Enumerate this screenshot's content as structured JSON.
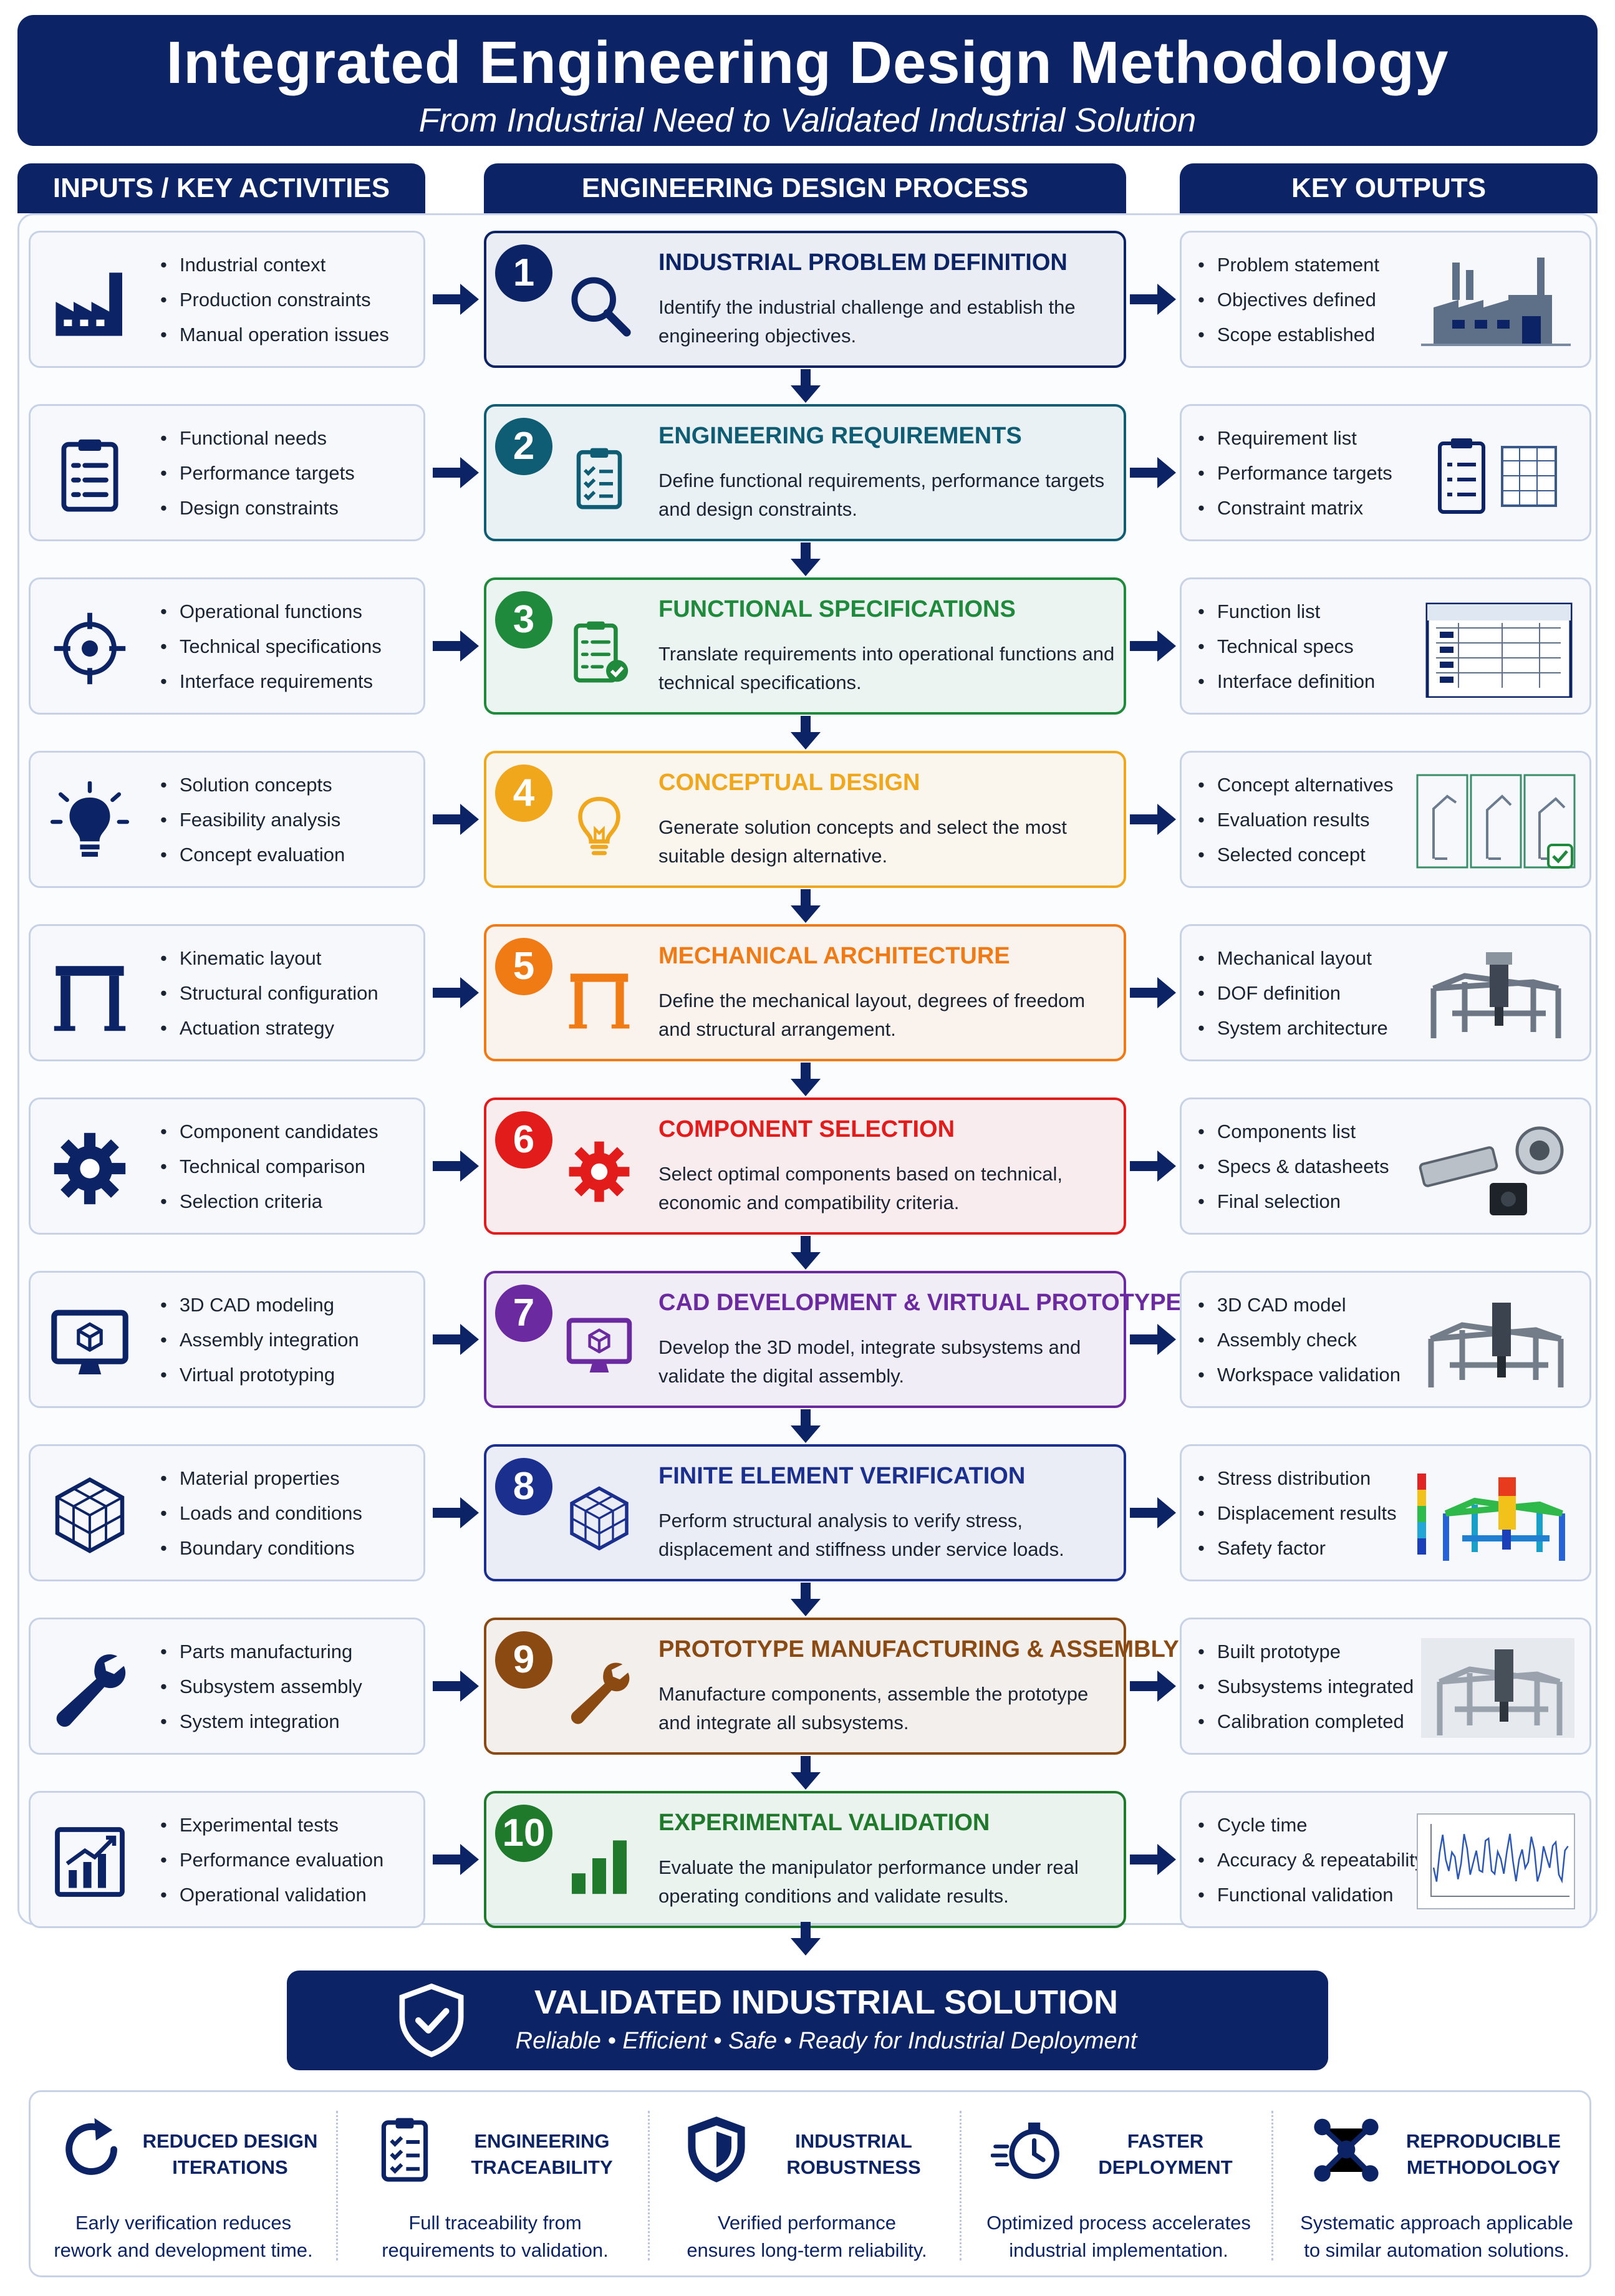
{
  "header": {
    "title": "Integrated Engineering Design Methodology",
    "subtitle": "From Industrial Need to Validated Industrial Solution"
  },
  "columns": {
    "inputs": "INPUTS / KEY ACTIVITIES",
    "process": "ENGINEERING DESIGN PROCESS",
    "outputs": "KEY OUTPUTS"
  },
  "colors": {
    "navy": "#0c2466",
    "step_1": "#0c2466",
    "step_2": "#0e5d74",
    "step_3": "#1f8a3c",
    "step_4": "#f0a71c",
    "step_5": "#f07a14",
    "step_6": "#e21b1b",
    "step_7": "#6b2aa0",
    "step_8": "#1b2f8f",
    "step_9": "#8a4a12",
    "step_10": "#1f7a2c"
  },
  "steps": [
    {
      "number": "1",
      "title": "INDUSTRIAL PROBLEM DEFINITION",
      "description": "Identify the industrial challenge and establish the engineering objectives.",
      "icon": "magnifier-icon",
      "inputs": [
        "Industrial context",
        "Production constraints",
        "Manual operation issues"
      ],
      "input_icon": "factory-icon",
      "outputs": [
        "Problem statement",
        "Objectives defined",
        "Scope established"
      ],
      "output_icon": "factory-illustration"
    },
    {
      "number": "2",
      "title": "ENGINEERING REQUIREMENTS",
      "description": "Define functional requirements, performance targets and design constraints.",
      "icon": "clipboard-checklist-icon",
      "inputs": [
        "Functional needs",
        "Performance targets",
        "Design constraints"
      ],
      "input_icon": "clipboard-icon",
      "outputs": [
        "Requirement list",
        "Performance targets",
        "Constraint matrix"
      ],
      "output_icon": "clipboard-and-matrix-icon"
    },
    {
      "number": "3",
      "title": "FUNCTIONAL SPECIFICATIONS",
      "description": "Translate requirements into operational functions and technical specifications.",
      "icon": "checklist-approved-icon",
      "inputs": [
        "Operational functions",
        "Technical specifications",
        "Interface requirements"
      ],
      "input_icon": "target-icon",
      "outputs": [
        "Function list",
        "Technical specs",
        "Interface definition"
      ],
      "output_icon": "specification-table"
    },
    {
      "number": "4",
      "title": "CONCEPTUAL DESIGN",
      "description": "Generate solution concepts and select the most suitable design alternative.",
      "icon": "lightbulb-outline-icon",
      "inputs": [
        "Solution concepts",
        "Feasibility analysis",
        "Concept evaluation"
      ],
      "input_icon": "lightbulb-icon",
      "outputs": [
        "Concept alternatives",
        "Evaluation results",
        "Selected concept"
      ],
      "output_icon": "concept-sketches"
    },
    {
      "number": "5",
      "title": "MECHANICAL ARCHITECTURE",
      "description": "Define the mechanical layout, degrees of freedom and structural arrangement.",
      "icon": "gantry-frame-icon",
      "inputs": [
        "Kinematic layout",
        "Structural configuration",
        "Actuation strategy"
      ],
      "input_icon": "gantry-frame-icon",
      "outputs": [
        "Mechanical layout",
        "DOF definition",
        "System architecture"
      ],
      "output_icon": "gantry-robot-render"
    },
    {
      "number": "6",
      "title": "COMPONENT SELECTION",
      "description": "Select optimal components based on technical, economic and compatibility criteria.",
      "icon": "gear-icon",
      "inputs": [
        "Component candidates",
        "Technical comparison",
        "Selection criteria"
      ],
      "input_icon": "gear-icon",
      "outputs": [
        "Components list",
        "Specs & datasheets",
        "Final selection"
      ],
      "output_icon": "components-render"
    },
    {
      "number": "7",
      "title": "CAD DEVELOPMENT & VIRTUAL PROTOTYPE",
      "description": "Develop the 3D model, integrate subsystems and validate the digital assembly.",
      "icon": "monitor-cube-icon",
      "inputs": [
        "3D CAD modeling",
        "Assembly integration",
        "Virtual prototyping"
      ],
      "input_icon": "monitor-cube-icon",
      "outputs": [
        "3D CAD model",
        "Assembly check",
        "Workspace validation"
      ],
      "output_icon": "cad-model-render"
    },
    {
      "number": "8",
      "title": "FINITE ELEMENT VERIFICATION",
      "description": "Perform structural analysis to verify stress, displacement and stiffness under service loads.",
      "icon": "mesh-cube-icon",
      "inputs": [
        "Material properties",
        "Loads and conditions",
        "Boundary conditions"
      ],
      "input_icon": "mesh-cube-icon",
      "outputs": [
        "Stress distribution",
        "Displacement results",
        "Safety factor"
      ],
      "output_icon": "fea-contour-render"
    },
    {
      "number": "9",
      "title": "PROTOTYPE MANUFACTURING & ASSEMBLY",
      "description": "Manufacture components, assemble the prototype and integrate all subsystems.",
      "icon": "wrench-icon",
      "inputs": [
        "Parts manufacturing",
        "Subsystem assembly",
        "System integration"
      ],
      "input_icon": "wrench-icon",
      "outputs": [
        "Built prototype",
        "Subsystems integrated",
        "Calibration completed"
      ],
      "output_icon": "prototype-photo"
    },
    {
      "number": "10",
      "title": "EXPERIMENTAL VALIDATION",
      "description": "Evaluate the manipulator performance under real operating conditions and validate results.",
      "icon": "bar-chart-icon",
      "inputs": [
        "Experimental tests",
        "Performance evaluation",
        "Operational validation"
      ],
      "input_icon": "growth-chart-icon",
      "outputs": [
        "Cycle time",
        "Accuracy & repeatability",
        "Functional validation"
      ],
      "output_icon": "test-signal-plot"
    }
  ],
  "final": {
    "title": "VALIDATED INDUSTRIAL SOLUTION",
    "subtitle": "Reliable  •  Efficient  •  Safe  •  Ready for Industrial Deployment",
    "icon": "shield-check-icon"
  },
  "benefits": [
    {
      "title_1": "REDUCED DESIGN",
      "title_2": "ITERATIONS",
      "desc_1": "Early verification reduces",
      "desc_2": "rework and development time.",
      "icon": "refresh-arrow-icon"
    },
    {
      "title_1": "ENGINEERING",
      "title_2": "TRACEABILITY",
      "desc_1": "Full traceability from",
      "desc_2": "requirements to validation.",
      "icon": "clipboard-checklist-icon"
    },
    {
      "title_1": "INDUSTRIAL",
      "title_2": "ROBUSTNESS",
      "desc_1": "Verified performance",
      "desc_2": "ensures long-term reliability.",
      "icon": "shield-check-icon"
    },
    {
      "title_1": "FASTER",
      "title_2": "DEPLOYMENT",
      "desc_1": "Optimized process accelerates",
      "desc_2": "industrial implementation.",
      "icon": "stopwatch-icon"
    },
    {
      "title_1": "REPRODUCIBLE",
      "title_2": "METHODOLOGY",
      "desc_1": "Systematic approach applicable",
      "desc_2": "to similar automation solutions.",
      "icon": "network-nodes-icon"
    }
  ]
}
